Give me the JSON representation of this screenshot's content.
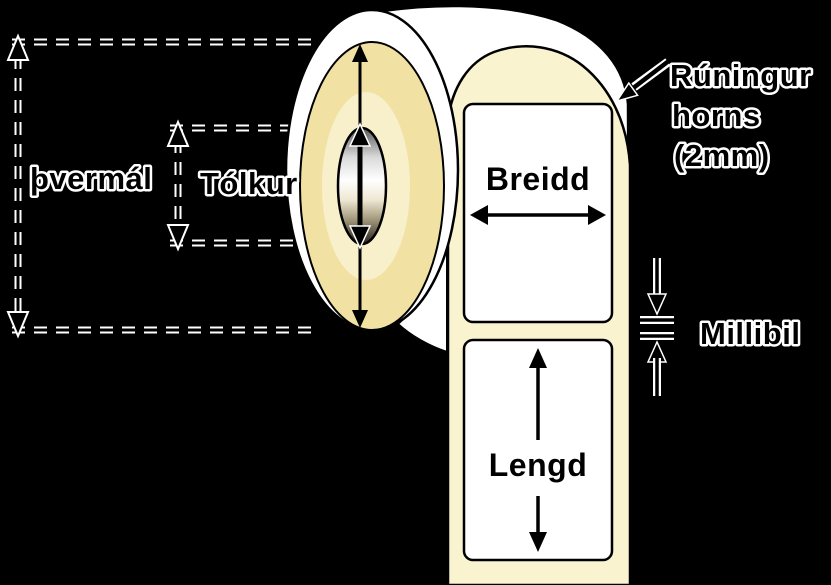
{
  "diagram": {
    "measurements": {
      "diameter_label": "þvermál",
      "core_label": "Tólkur",
      "width_label": "Breidd",
      "length_label": "Lengd",
      "gap_label": "Millibil",
      "corner_note": {
        "line1": "Rúningur",
        "line2": "horns",
        "line3": "(2mm)"
      }
    },
    "colors": {
      "background": "#000000",
      "paper_white": "#FFFFFF",
      "liner_cream": "#F9F3D0",
      "roll_face_tan": "#F1E2A3",
      "roll_inner_cream": "#F8F0CB",
      "outline_black": "#000000"
    }
  }
}
